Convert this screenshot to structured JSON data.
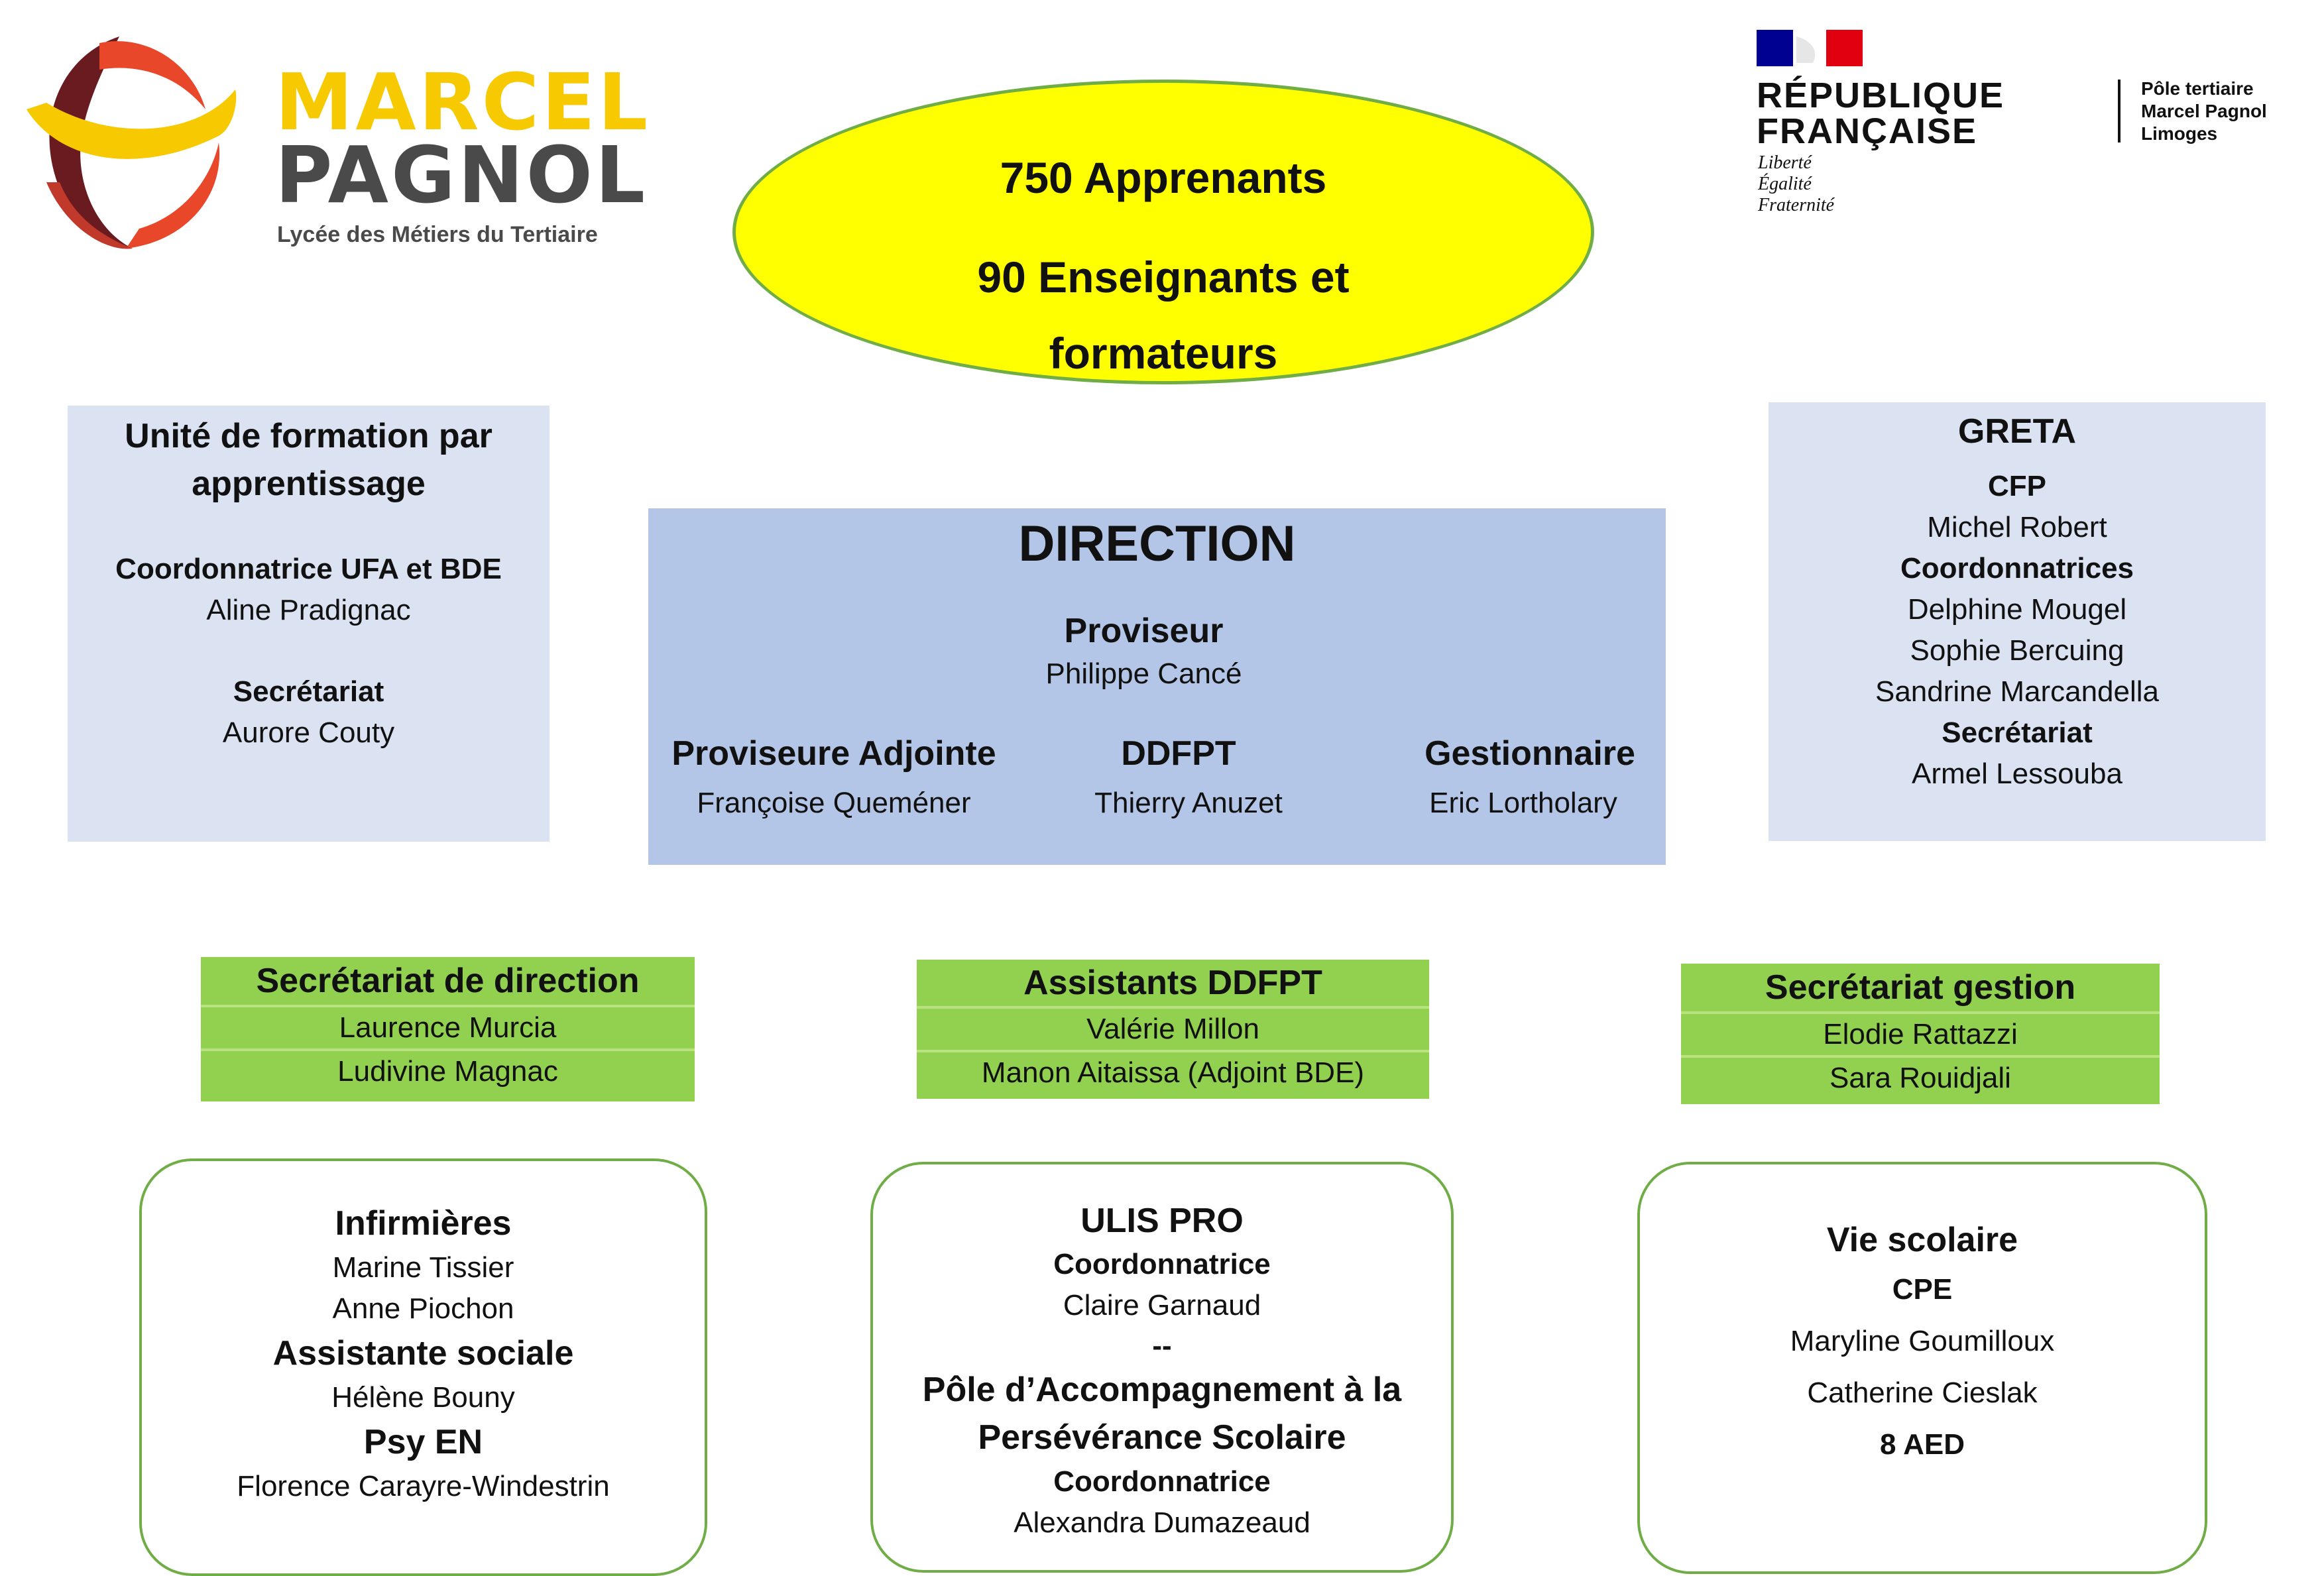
{
  "logo_left": {
    "line1": "MARCEL",
    "line2": "PAGNOL",
    "tagline": "Lycée des Métiers du Tertiaire",
    "colors": {
      "yellow": "#f6c900",
      "dark_red": "#6a1b20",
      "orange": "#e8472a",
      "grey": "#4a4a4a"
    }
  },
  "logo_right": {
    "republique": "RÉPUBLIQUE",
    "francaise": "FRANÇAISE",
    "motto": [
      "Liberté",
      "Égalité",
      "Fraternité"
    ],
    "side_text": [
      "Pôle tertiaire",
      "Marcel Pagnol",
      "Limoges"
    ]
  },
  "ellipse": {
    "line1": "750 Apprenants",
    "line2": "90 Enseignants et",
    "line3": "formateurs"
  },
  "ufa": {
    "title_line1": "Unité de formation par",
    "title_line2": "apprentissage",
    "role1": "Coordonnatrice UFA et BDE",
    "name1": "Aline Pradignac",
    "role2": "Secrétariat",
    "name2": "Aurore Couty"
  },
  "direction": {
    "title": "DIRECTION",
    "proviseur_role": "Proviseur",
    "proviseur_name": "Philippe Cancé",
    "adjointe_role": "Proviseure Adjointe",
    "adjointe_name": "Françoise Queméner",
    "ddfpt_role": "DDFPT",
    "ddfpt_name": "Thierry Anuzet",
    "gest_role": "Gestionnaire",
    "gest_name": "Eric Lortholary"
  },
  "greta": {
    "title": "GRETA",
    "cfp_role": "CFP",
    "cfp_name": "Michel Robert",
    "coord_role": "Coordonnatrices",
    "coord_names": [
      "Delphine Mougel",
      "Sophie Bercuing",
      "Sandrine Marcandella"
    ],
    "sec_role": "Secrétariat",
    "sec_name": "Armel Lessouba"
  },
  "sec_direction": {
    "title": "Secrétariat de direction",
    "names": [
      "Laurence Murcia",
      "Ludivine Magnac"
    ]
  },
  "assistants_ddfpt": {
    "title": "Assistants DDFPT",
    "names": [
      "Valérie Millon",
      "Manon Aitaissa (Adjoint BDE)"
    ]
  },
  "sec_gestion": {
    "title": "Secrétariat gestion",
    "names": [
      "Elodie Rattazzi",
      "Sara Rouidjali"
    ]
  },
  "sante": {
    "infirmieres_role": "Infirmières",
    "infirmieres_names": [
      "Marine Tissier",
      "Anne Piochon"
    ],
    "social_role": "Assistante sociale",
    "social_name": "Hélène Bouny",
    "psy_role": "Psy EN",
    "psy_name": "Florence Carayre-Windestrin"
  },
  "ulis": {
    "title": "ULIS PRO",
    "coord1_role": "Coordonnatrice",
    "coord1_name": "Claire Garnaud",
    "separator": "--",
    "pole_line1": "Pôle d’Accompagnement à la",
    "pole_line2": "Persévérance Scolaire",
    "coord2_role": "Coordonnatrice",
    "coord2_name": "Alexandra Dumazeaud"
  },
  "vie_scolaire": {
    "title": "Vie scolaire",
    "cpe_role": "CPE",
    "cpe_names": [
      "Maryline Goumilloux",
      "Catherine Cieslak"
    ],
    "aed": "8 AED"
  }
}
